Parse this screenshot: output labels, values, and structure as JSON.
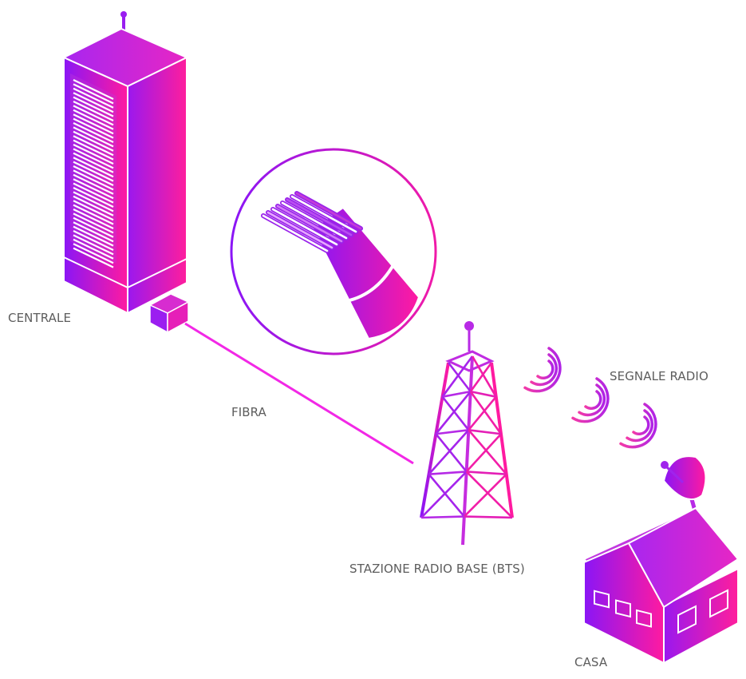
{
  "labels": {
    "central_office": "CENTRALE",
    "fiber": "FIBRA",
    "base_station": "STAZIONE RADIO BASE (BTS)",
    "radio_signal": "SEGNALE RADIO",
    "home": "CASA"
  },
  "colors": {
    "gradient_start": "#8a16f6",
    "gradient_end": "#ff1aa0",
    "fiber_link": "#f228e6",
    "label_text": "#5d5d5d",
    "background": "#ffffff"
  },
  "icons": [
    "building-icon",
    "fiber-cable-icon",
    "antenna-tower-icon",
    "radio-waves-icon",
    "satellite-dish-icon",
    "house-icon"
  ]
}
